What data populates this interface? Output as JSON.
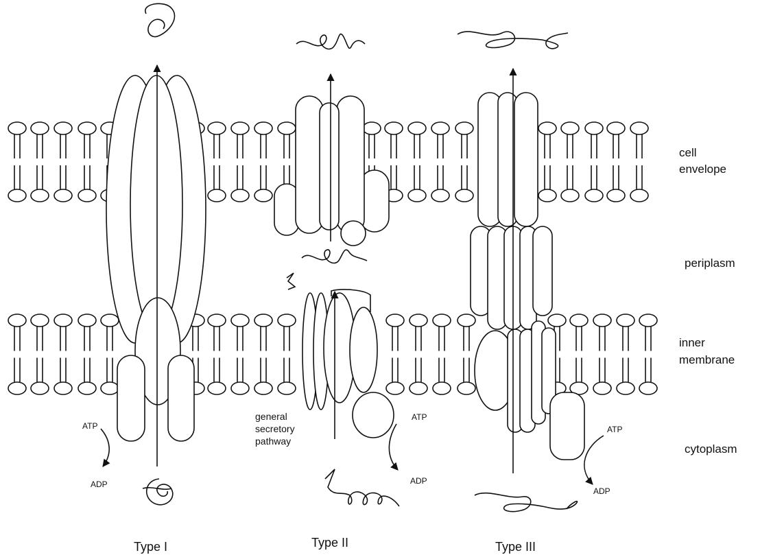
{
  "layers": {
    "cell_envelope_line1": "cell",
    "cell_envelope_line2": "envelope",
    "periplasm": "periplasm",
    "inner_membrane_line1": "inner",
    "inner_membrane_line2": "membrane",
    "cytoplasm": "cytoplasm"
  },
  "systems": {
    "type1": "Type I",
    "type2": "Type II",
    "type3": "Type III"
  },
  "energy": {
    "atp": "ATP",
    "adp": "ADP"
  },
  "general_secretory_pathway": [
    "general",
    "secretory",
    "pathway"
  ]
}
